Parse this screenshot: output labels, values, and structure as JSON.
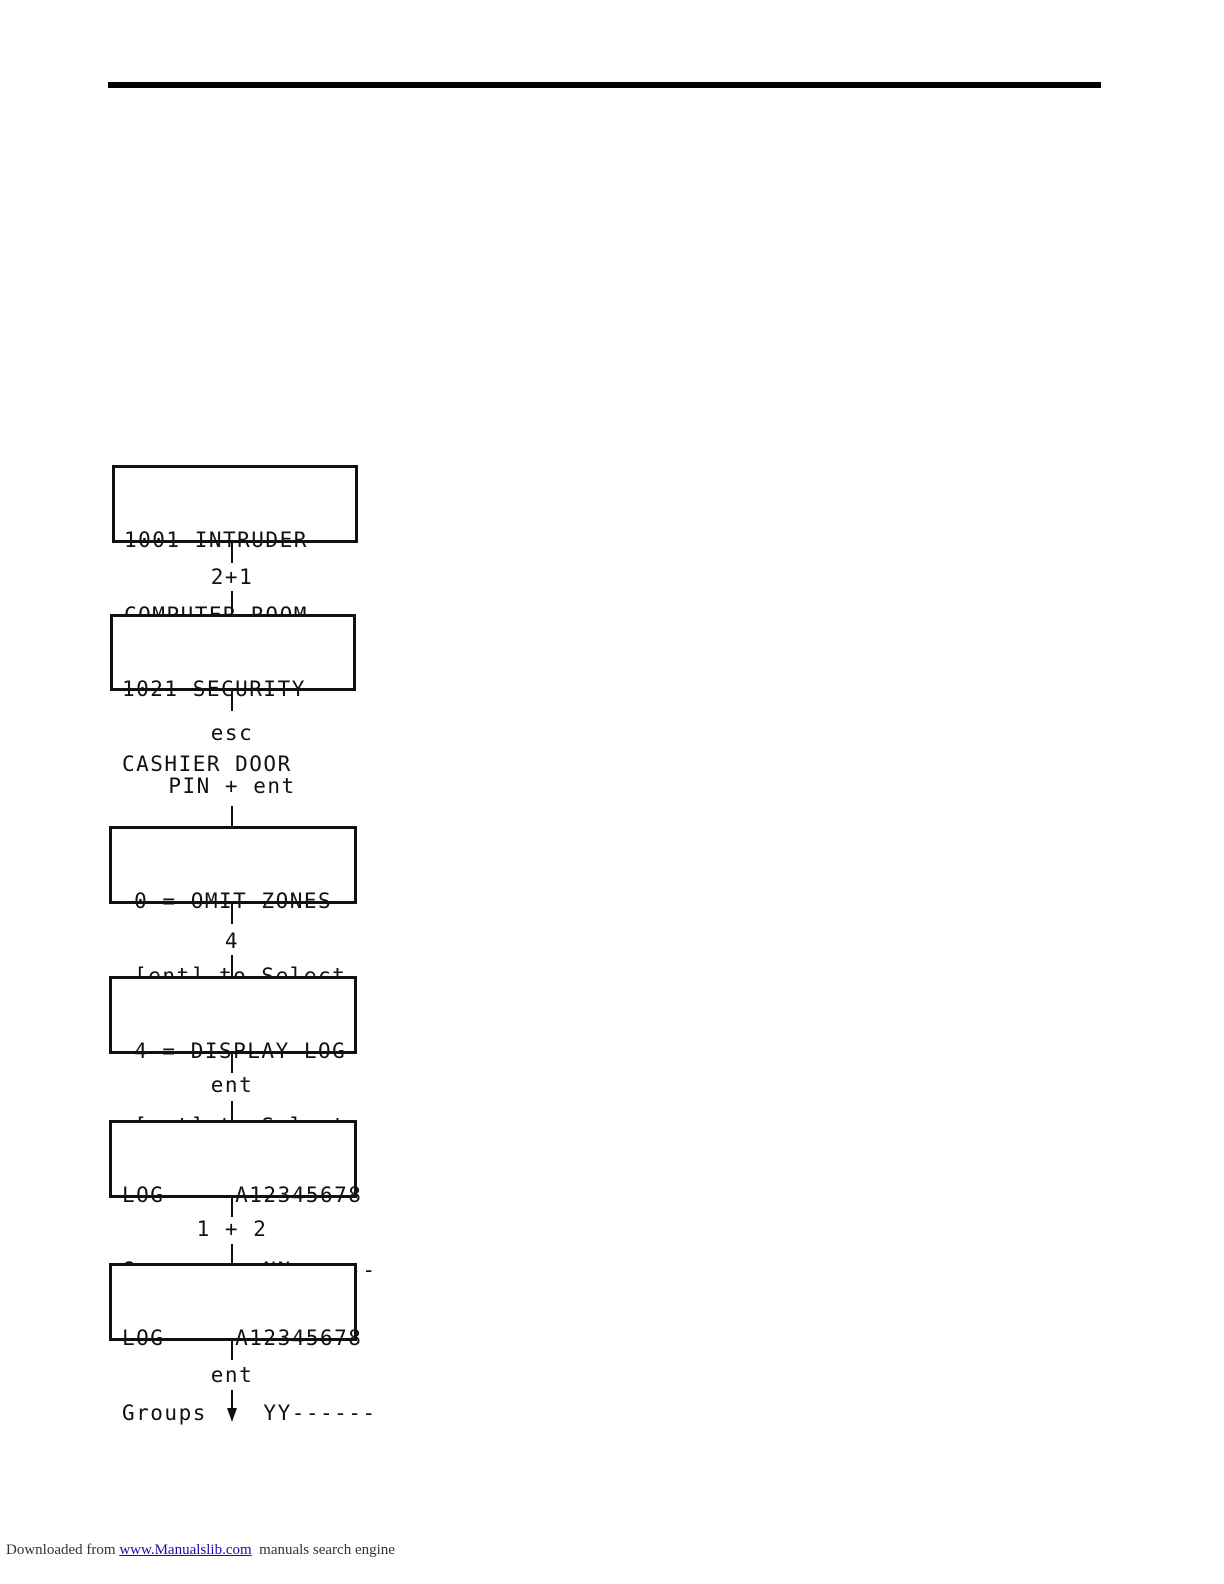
{
  "flowchart": {
    "screens": [
      {
        "line1": "1001 INTRUDER",
        "line2": "COMPUTER ROOM"
      },
      {
        "line1": "1021 SECURITY",
        "line2": "CASHIER DOOR"
      },
      {
        "line1": " 0 = OMIT ZONES",
        "line2": " [ent] to Select"
      },
      {
        "line1": " 4 = DISPLAY LOG",
        "line2": " [ent] to Select"
      },
      {
        "line1": "LOG     A12345678",
        "line2": "Groups    NN------"
      },
      {
        "line1": "LOG     A12345678",
        "line2": "Groups    YY------"
      }
    ],
    "keys": [
      "2+1",
      "esc",
      "PIN + ent",
      "4",
      "ent",
      "1 + 2",
      "ent"
    ]
  },
  "footer": {
    "prefix": "Downloaded from ",
    "link_text": "www.Manualslib.com",
    "suffix": "  manuals search engine"
  }
}
